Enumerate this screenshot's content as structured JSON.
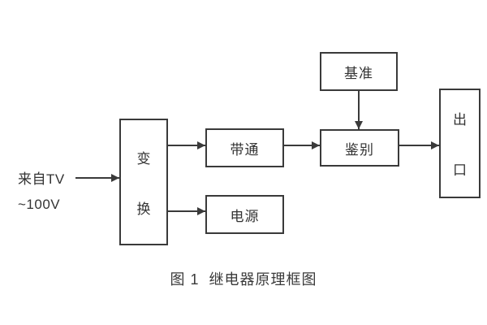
{
  "diagram": {
    "input_label": {
      "line1": "来自TV",
      "line2": "~100V"
    },
    "blocks": {
      "transform": {
        "label": "变换"
      },
      "bandpass": {
        "label": "带通"
      },
      "power": {
        "label": "电源"
      },
      "reference": {
        "label": "基准"
      },
      "discriminator": {
        "label": "鉴别"
      },
      "output": {
        "label": "出口"
      }
    },
    "caption": "图 1  继电器原理框图",
    "colors": {
      "line": "#3a3a3a",
      "text": "#333333",
      "background": "#ffffff"
    }
  }
}
